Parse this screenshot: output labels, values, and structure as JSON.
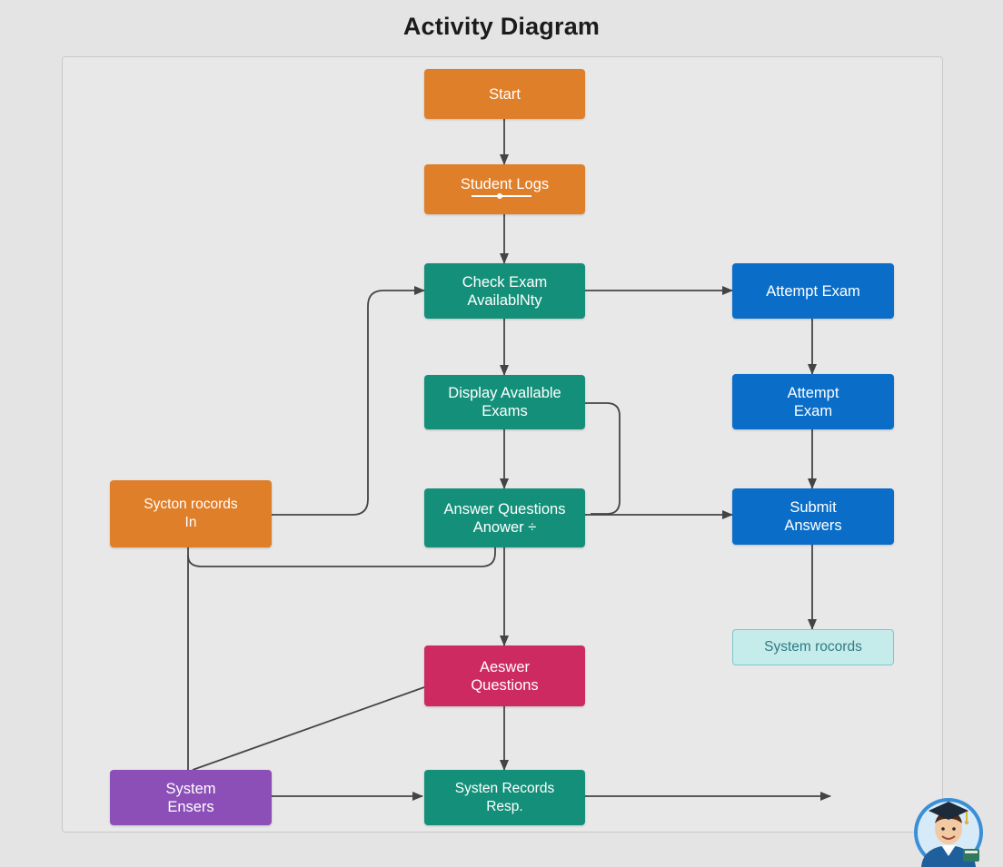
{
  "title": "Activity Diagram",
  "nodes": {
    "start": "Start",
    "student_logs": "Student Logs",
    "check_exam": "Check Exam\nAvailablNty",
    "display_exams": "Display Avallable\nExams",
    "answer_questions_top": "Answer Questions\nAnower ÷",
    "system_records_in": "Sycton rocords\nIn",
    "attempt_exam_1": "Attempt Exam",
    "attempt_exam_2": "Attempt\nExam",
    "submit_answers": "Submit\nAnswers",
    "system_records": "System rocords",
    "aeswer_questions": "Aeswer\nQuestions",
    "system_ensers": "System\nEnsers",
    "systen_records_resp": "Systen Records\nResp."
  },
  "colors": {
    "orange": "#e07f2a",
    "teal": "#14907a",
    "blue": "#0a6ec9",
    "magenta": "#cd2a62",
    "purple": "#8c4fb8",
    "pale": "#c6ebeb",
    "edge": "#444444"
  },
  "avatar_icon": "student-graduate-avatar"
}
